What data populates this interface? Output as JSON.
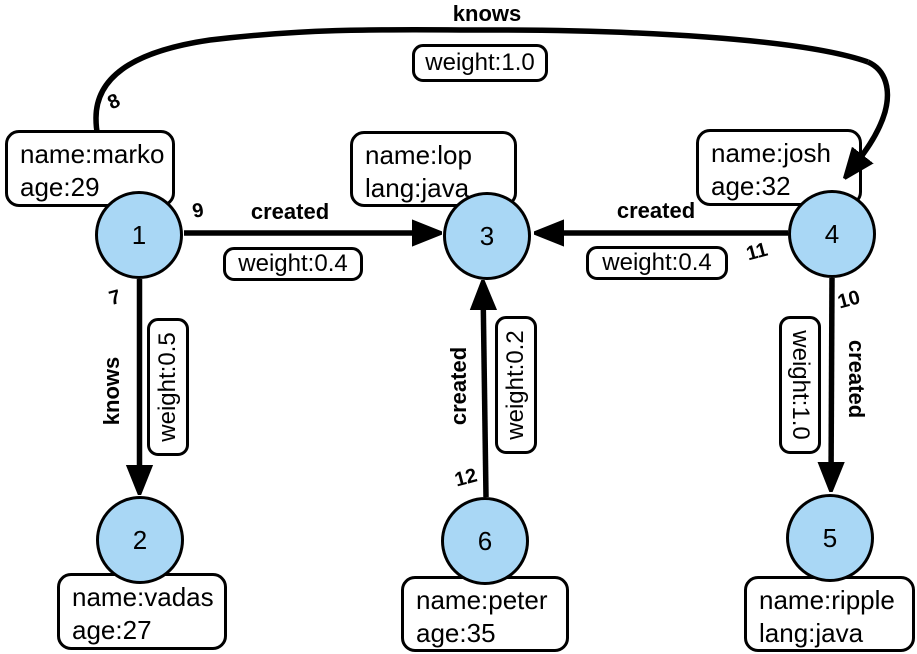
{
  "colors": {
    "node_fill": "#a9d7f5",
    "stroke": "#000000",
    "box_bg": "#ffffff"
  },
  "nodes": [
    {
      "id": "1",
      "props": [
        "name:marko",
        "age:29"
      ]
    },
    {
      "id": "2",
      "props": [
        "name:vadas",
        "age:27"
      ]
    },
    {
      "id": "3",
      "props": [
        "name:lop",
        "lang:java"
      ]
    },
    {
      "id": "4",
      "props": [
        "name:josh",
        "age:32"
      ]
    },
    {
      "id": "5",
      "props": [
        "name:ripple",
        "lang:java"
      ]
    },
    {
      "id": "6",
      "props": [
        "name:peter",
        "age:35"
      ]
    }
  ],
  "edges": [
    {
      "id": "7",
      "label": "knows",
      "weight": "weight:0.5",
      "from": "1",
      "to": "2"
    },
    {
      "id": "8",
      "label": "knows",
      "weight": "weight:1.0",
      "from": "1",
      "to": "4"
    },
    {
      "id": "9",
      "label": "created",
      "weight": "weight:0.4",
      "from": "1",
      "to": "3"
    },
    {
      "id": "10",
      "label": "created",
      "weight": "weight:1.0",
      "from": "4",
      "to": "5"
    },
    {
      "id": "11",
      "label": "created",
      "weight": "weight:0.4",
      "from": "4",
      "to": "3"
    },
    {
      "id": "12",
      "label": "created",
      "weight": "weight:0.2",
      "from": "6",
      "to": "3"
    }
  ]
}
